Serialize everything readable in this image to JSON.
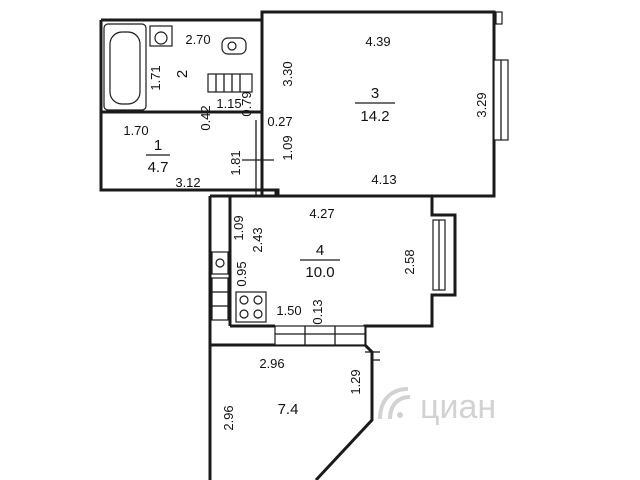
{
  "rooms": [
    {
      "number": "1",
      "area": "4.7"
    },
    {
      "number": "2",
      "area": ""
    },
    {
      "number": "3",
      "area": "14.2"
    },
    {
      "number": "4",
      "area": "10.0"
    },
    {
      "number": "",
      "area": "7.4"
    }
  ],
  "dimensions": {
    "bath_top": "2.70",
    "bath_side": "1.71",
    "hall_width": "1.70",
    "hall_a": "0.42",
    "hall_b": "1.15",
    "hall_c": "0.79",
    "hall_d": "0.27",
    "hall_e": "1.09",
    "hall_f": "1.81",
    "hall_bottom": "3.12",
    "room3_top": "4.39",
    "room3_left": "3.30",
    "room3_right": "3.29",
    "room3_bottom": "4.13",
    "room4_top": "4.27",
    "room4_a": "1.09",
    "room4_b": "2.43",
    "room4_right": "2.58",
    "room4_c": "0.95",
    "room4_d": "1.50",
    "room4_e": "0.13",
    "loggia_top": "2.96",
    "loggia_left": "2.96",
    "loggia_right": "1.29"
  },
  "watermark": "циан",
  "colors": {
    "wall": "#1a1a1a",
    "text": "#111111",
    "watermark": "#d2d2d2"
  }
}
